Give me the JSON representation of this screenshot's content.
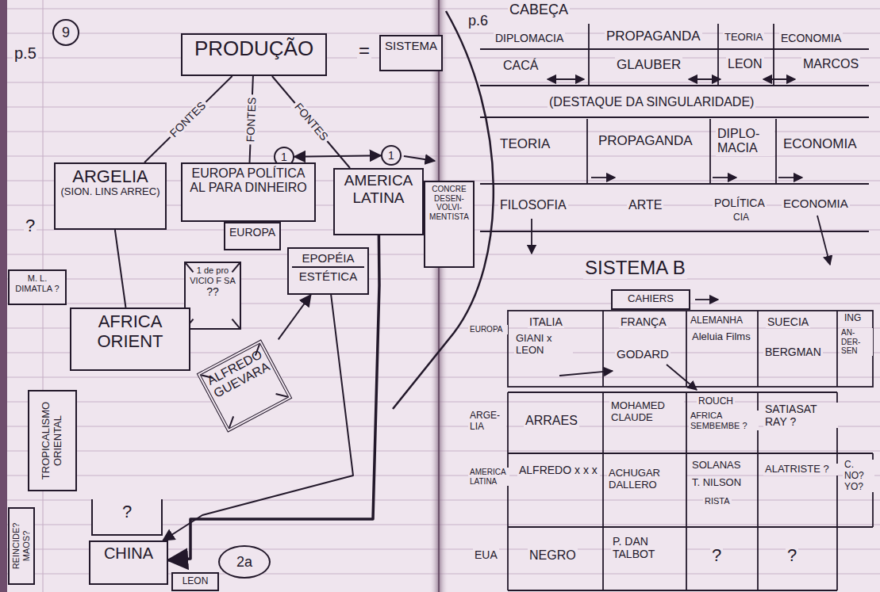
{
  "diagram": {
    "nodes": [
      {
        "text": [
          "9"
        ]
      },
      {
        "text": [
          "PRODUÇÃO"
        ]
      },
      {
        "text": [
          "SISTEMA"
        ]
      },
      {
        "text": [
          "1"
        ]
      },
      {
        "text": [
          "1"
        ]
      },
      {
        "text": [
          "ARGELIA",
          "(SION. LINS ARREC)"
        ]
      },
      {
        "text": [
          "EUROPA POLÍTICA AL PARA DINHEIRO"
        ]
      },
      {
        "text": [
          "AMERICA LATINA"
        ]
      },
      {
        "text": [
          "CONCRE DESEN- VOLVI- MENTISTA"
        ]
      },
      {
        "text": [
          "EUROPA"
        ]
      },
      {
        "text": [
          "M. L. DIMATLA ?"
        ]
      },
      {
        "text": [
          "1 de pro VICIO F SA",
          "??"
        ]
      },
      {
        "text": [
          "EPOPÉIA",
          "ESTÉTICA"
        ]
      },
      {
        "text": [
          "AFRICA",
          "ORIENT"
        ]
      },
      {
        "text": [
          "ALFREDO GUEVARA"
        ]
      },
      {
        "text": [
          "TROPICALISMO ORIENTAL"
        ]
      },
      {
        "text": [
          "?"
        ]
      },
      {
        "text": [
          "CHINA"
        ]
      },
      {
        "text": [
          "2a"
        ]
      },
      {
        "text": [
          "REINCIDE? MAOS?"
        ]
      },
      {
        "text": [
          "LEON"
        ]
      },
      {
        "text": [
          "CAHIERS"
        ]
      }
    ],
    "edges": [
      {
        "from": 1,
        "to": 5,
        "label": "FONTES",
        "arrow": "none"
      },
      {
        "from": 1,
        "to": 6,
        "label": "FONTES",
        "arrow": "none"
      },
      {
        "from": 1,
        "to": 7,
        "label": "FONTES",
        "arrow": "none"
      },
      {
        "from": 3,
        "to": 4,
        "arrow": "both"
      },
      {
        "from": 5,
        "to": 13,
        "arrow": "none"
      },
      {
        "from": 14,
        "to": 12,
        "arrow": "to"
      },
      {
        "from": 7,
        "to": 17,
        "arrow": "to"
      },
      {
        "from": 12,
        "to": 17,
        "arrow": "to"
      }
    ],
    "labels": [
      "p.5",
      "=",
      "?",
      "p.6",
      "CABEÇA",
      "DIPLOMACIA",
      "PROPAGANDA",
      "TEORIA",
      "ECONOMIA",
      "CACÁ",
      "GLAUBER",
      "LEON",
      "MARCOS",
      "(DESTAQUE DA SINGULARIDADE)",
      "TEORIA",
      "PROPAGANDA",
      "DIPLO- MACIA",
      "ECONOMIA",
      "FILOSOFIA",
      "ARTE",
      "POLÍTICA",
      "CIA",
      "ECONOMIA",
      "SISTEMA B",
      "EUROPA",
      "ITALIA",
      "FRANÇA",
      "ALEMANHA",
      "SUECIA",
      "ING",
      "GIANI x LEON",
      "GODARD",
      "Aleluia Films",
      "BERGMAN",
      "AN- DER- SEN",
      "ARGE- LIA",
      "ARRAES",
      "MOHAMED CLAUDE",
      "ROUCH",
      "AFRICA SEMBEMBE ?",
      "SATIASAT RAY ?",
      "AMERICA LATINA",
      "ALFREDO x x x",
      "ACHUGAR DALLERO",
      "SOLANAS",
      "T. NILSON",
      "RISTA",
      "ALATRISTE ?",
      "C. NO? YO?",
      "EUA",
      "NEGRO",
      "P. DAN TALBOT",
      "?",
      "?"
    ]
  }
}
